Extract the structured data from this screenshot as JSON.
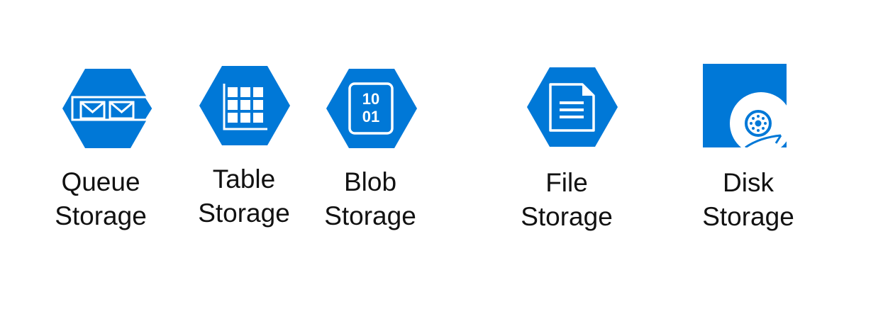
{
  "colors": {
    "brand_blue": "#0078d7",
    "glyph_white": "#ffffff",
    "text": "#111111",
    "background": "#ffffff"
  },
  "items": [
    {
      "icon": "queue-storage-icon",
      "line1": "Queue",
      "line2": "Storage"
    },
    {
      "icon": "table-storage-icon",
      "line1": "Table",
      "line2": "Storage"
    },
    {
      "icon": "blob-storage-icon",
      "line1": "Blob",
      "line2": "Storage",
      "glyph_top": "10",
      "glyph_bottom": "01"
    },
    {
      "icon": "file-storage-icon",
      "line1": "File",
      "line2": "Storage"
    },
    {
      "icon": "disk-storage-icon",
      "line1": "Disk",
      "line2": "Storage"
    }
  ]
}
